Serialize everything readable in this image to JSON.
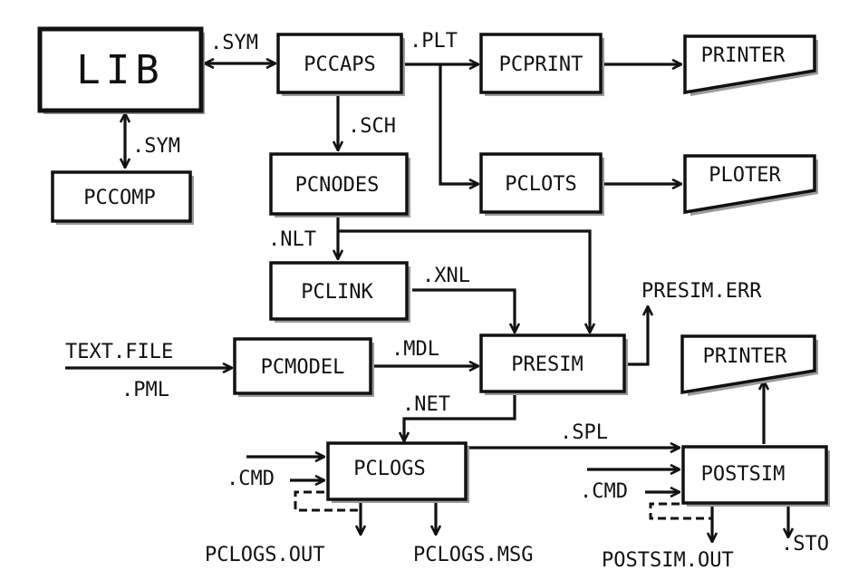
{
  "nodes": {
    "lib": "LIB",
    "pccaps": "PCCAPS",
    "pcprint": "PCPRINT",
    "printer_top": "PRINTER",
    "pccomp": "PCCOMP",
    "pcnodes": "PCNODES",
    "pclots": "PCLOTS",
    "ploter": "PLOTER",
    "pclink": "PCLINK",
    "pcmodel": "PCMODEL",
    "presim": "PRESIM",
    "printer_bottom": "PRINTER",
    "pclogs": "PCLOGS",
    "postsim": "POSTSIM"
  },
  "edge_labels": {
    "lib_pccaps": ".SYM",
    "pccaps_pcprint": ".PLT",
    "lib_pccomp": ".SYM",
    "pccaps_pcnodes": ".SCH",
    "pcnodes_pclink": ".NLT",
    "pclink_presim": ".XNL",
    "text_file": "TEXT.FILE",
    "pml": ".PML",
    "pcmodel_presim": ".MDL",
    "presim_err": "PRESIM.ERR",
    "presim_pclogs": ".NET",
    "pclogs_postsim": ".SPL",
    "pclogs_cmd": ".CMD",
    "postsim_cmd": ".CMD",
    "pclogs_out": "PCLOGS.OUT",
    "pclogs_msg": "PCLOGS.MSG",
    "postsim_out": "POSTSIM.OUT",
    "postsim_sto": ".STO"
  }
}
